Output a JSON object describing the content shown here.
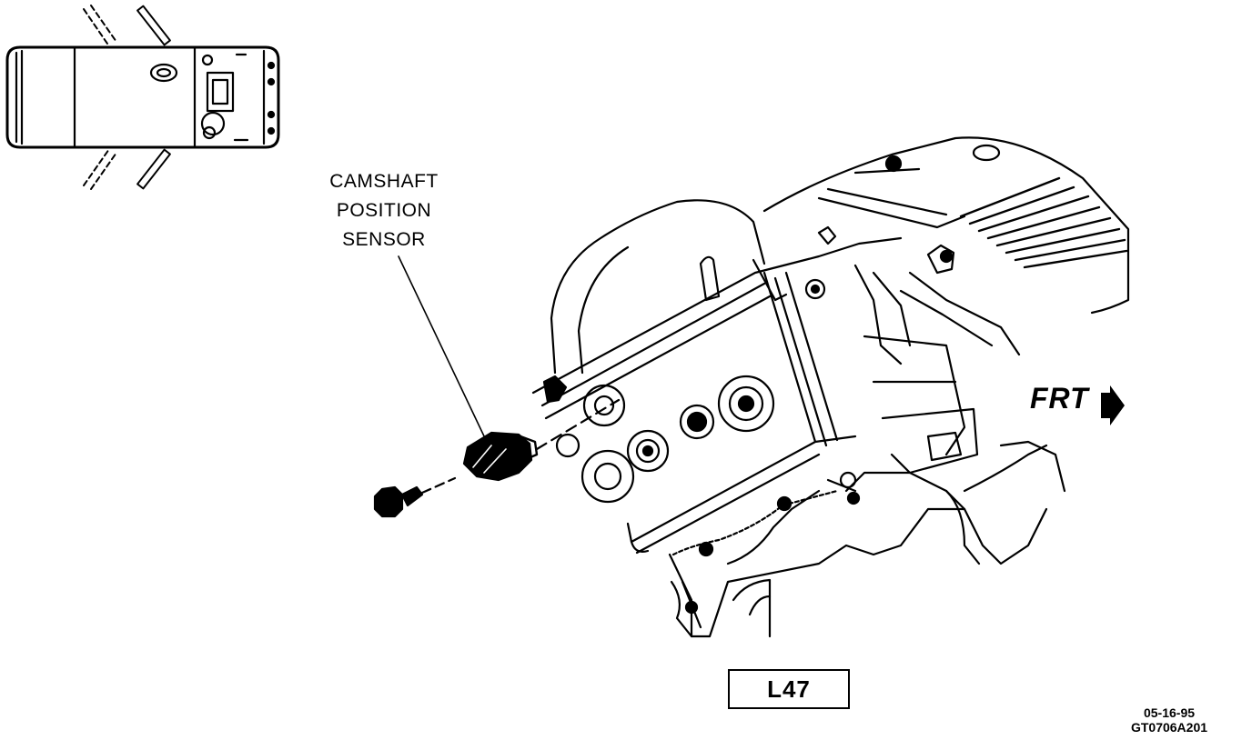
{
  "callout": {
    "lines": [
      "CAMSHAFT",
      "POSITION",
      "SENSOR"
    ]
  },
  "direction_label": "FRT",
  "engine_code": "L47",
  "figure_date": "05-16-95",
  "figure_id": "GT0706A201",
  "colors": {
    "ink": "#000000",
    "paper": "#ffffff"
  }
}
